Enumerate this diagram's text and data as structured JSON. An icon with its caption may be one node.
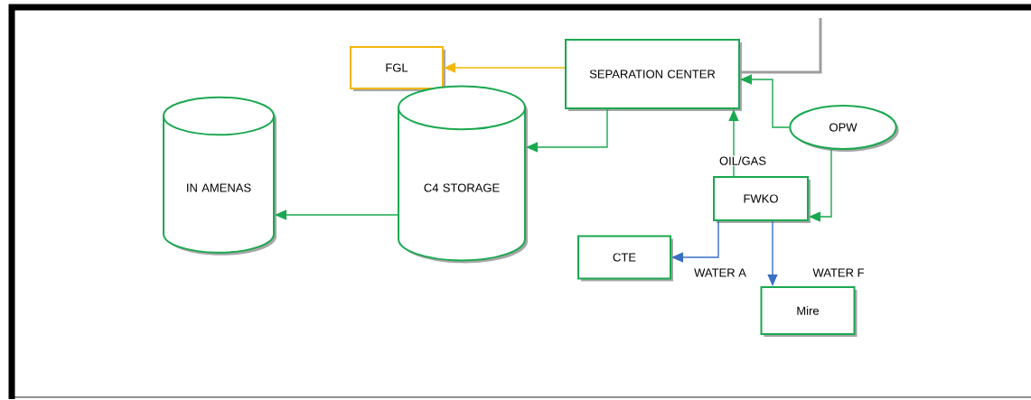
{
  "diagram": {
    "nodes": [
      {
        "text": [
          "FGL"
        ]
      },
      {
        "text": [
          "SEPARATION CENTER"
        ]
      },
      {
        "text": [
          "IN AMENAS"
        ]
      },
      {
        "text": [
          "C4 STORAGE"
        ]
      },
      {
        "text": [
          "OPW"
        ]
      },
      {
        "text": [
          "FWKO"
        ]
      },
      {
        "text": [
          "CTE"
        ]
      },
      {
        "text": [
          "Mire"
        ]
      }
    ],
    "edges": [
      {
        "from": 1,
        "to": 0,
        "arrow": "to",
        "color": "#f2b705"
      },
      {
        "from": 1,
        "to": 3,
        "arrow": "to"
      },
      {
        "from": 3,
        "to": 2,
        "arrow": "to"
      },
      {
        "from": 4,
        "to": 1,
        "arrow": "to"
      },
      {
        "from": 4,
        "to": 5,
        "arrow": "to"
      },
      {
        "from": 5,
        "to": 1,
        "arrow": "to",
        "label": "OIL/GAS"
      },
      {
        "from": 5,
        "to": 6,
        "arrow": "to",
        "label": "WATER A",
        "color": "#3a6fc4"
      },
      {
        "from": 5,
        "to": 7,
        "arrow": "to",
        "label": "WATER F",
        "color": "#3a6fc4"
      },
      {
        "from": null,
        "to": 1,
        "arrow": "none",
        "color": "#9e9e9e"
      }
    ]
  }
}
